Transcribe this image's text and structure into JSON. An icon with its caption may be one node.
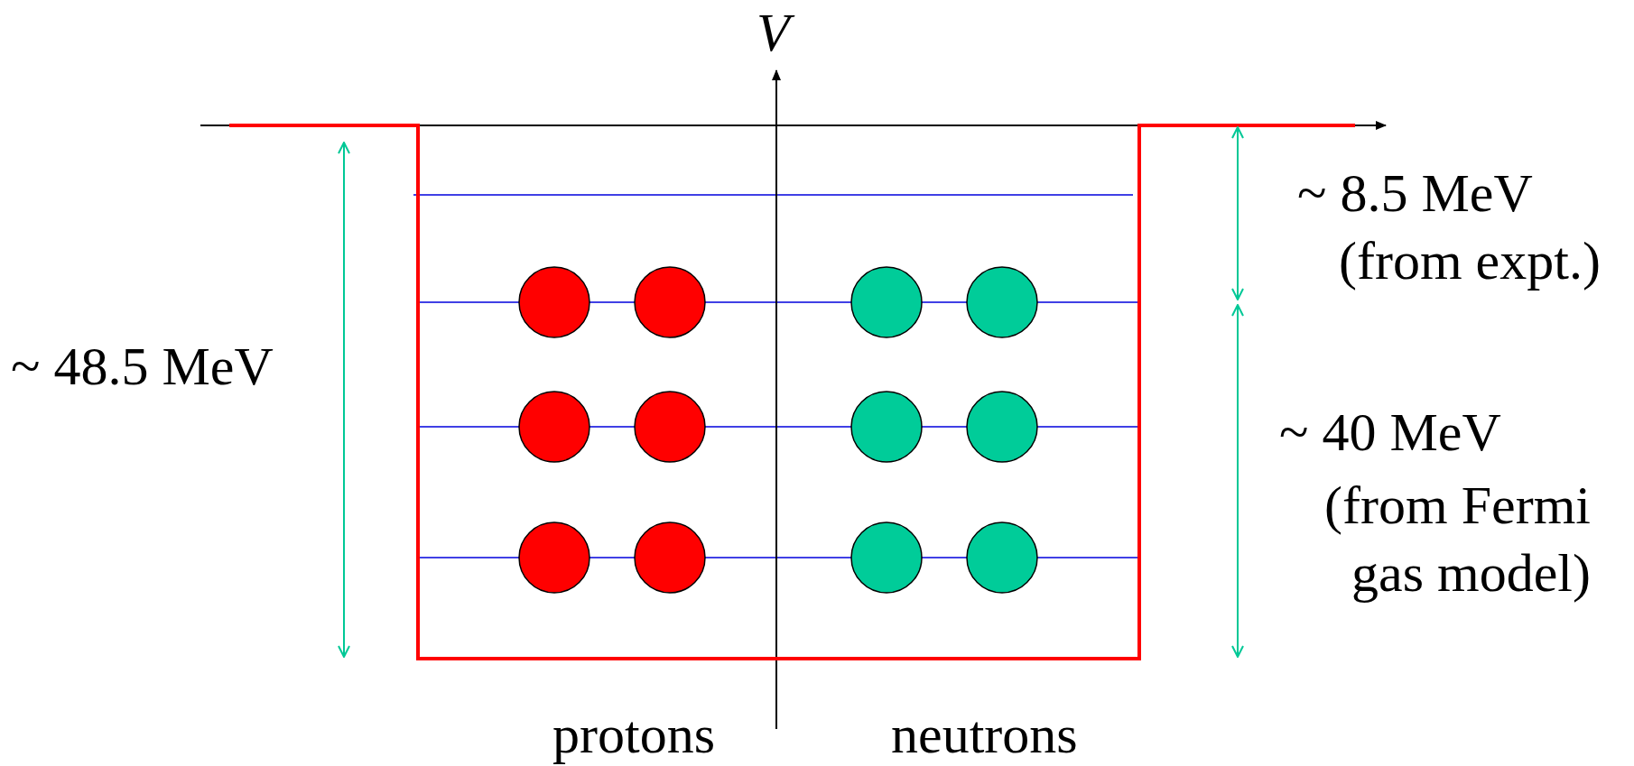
{
  "diagram": {
    "nodes": [
      {
        "text": [],
        "shape": "circle"
      },
      {
        "text": [],
        "shape": "circle"
      },
      {
        "text": [],
        "shape": "circle"
      },
      {
        "text": [],
        "shape": "circle"
      },
      {
        "text": [],
        "shape": "circle"
      },
      {
        "text": [],
        "shape": "circle"
      },
      {
        "text": [],
        "shape": "circle"
      },
      {
        "text": [],
        "shape": "circle"
      },
      {
        "text": [],
        "shape": "circle"
      },
      {
        "text": [],
        "shape": "circle"
      },
      {
        "text": [],
        "shape": "circle"
      },
      {
        "text": [],
        "shape": "circle"
      }
    ],
    "labels": [
      "V",
      "~ 48.5 MeV",
      "~ 8.5 MeV",
      "(from expt.)",
      "~ 40 MeV",
      "(from Fermi gas model)",
      "protons",
      "neutrons"
    ]
  }
}
